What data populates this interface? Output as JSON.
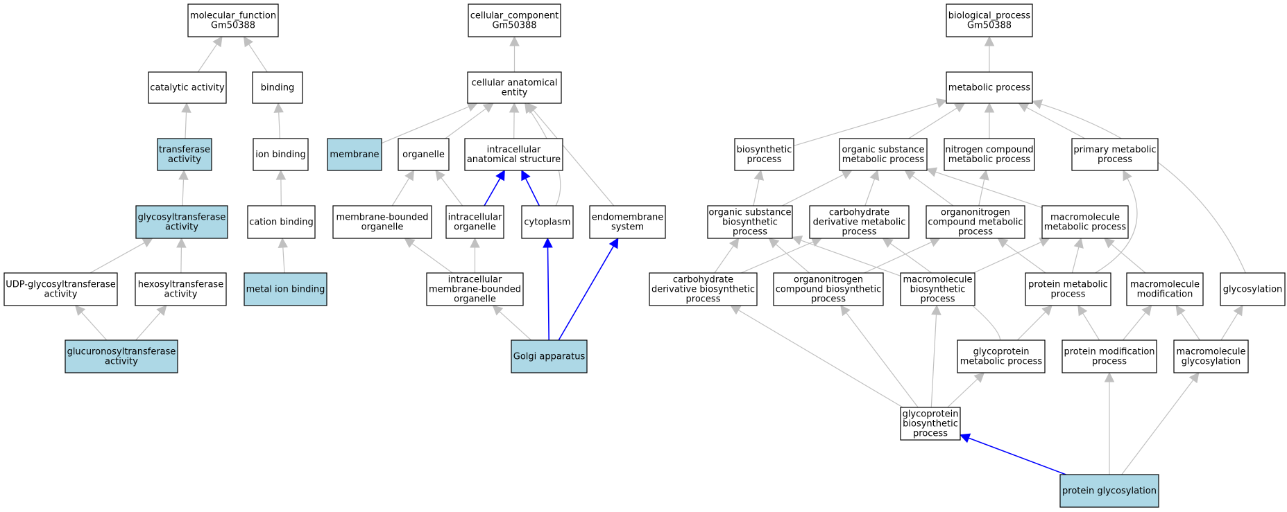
{
  "nodes": {
    "mf_root": {
      "lines": [
        "molecular_function",
        "Gm50388"
      ],
      "highlight": false
    },
    "catalytic": {
      "lines": [
        "catalytic activity"
      ],
      "highlight": false
    },
    "binding": {
      "lines": [
        "binding"
      ],
      "highlight": false
    },
    "transferase": {
      "lines": [
        "transferase",
        "activity"
      ],
      "highlight": true
    },
    "ion_binding": {
      "lines": [
        "ion binding"
      ],
      "highlight": false
    },
    "glycosyltransferase": {
      "lines": [
        "glycosyltransferase",
        "activity"
      ],
      "highlight": true
    },
    "cation_binding": {
      "lines": [
        "cation binding"
      ],
      "highlight": false
    },
    "udp_glyco": {
      "lines": [
        "UDP-glycosyltransferase",
        "activity"
      ],
      "highlight": false
    },
    "hexosyl": {
      "lines": [
        "hexosyltransferase",
        "activity"
      ],
      "highlight": false
    },
    "metal_ion": {
      "lines": [
        "metal ion binding"
      ],
      "highlight": true
    },
    "glucuronosyl": {
      "lines": [
        "glucuronosyltransferase",
        "activity"
      ],
      "highlight": true
    },
    "cc_root": {
      "lines": [
        "cellular_component",
        "Gm50388"
      ],
      "highlight": false
    },
    "cae": {
      "lines": [
        "cellular anatomical",
        "entity"
      ],
      "highlight": false
    },
    "membrane": {
      "lines": [
        "membrane"
      ],
      "highlight": true
    },
    "organelle": {
      "lines": [
        "organelle"
      ],
      "highlight": false
    },
    "ias": {
      "lines": [
        "intracellular",
        "anatomical structure"
      ],
      "highlight": false
    },
    "mbo": {
      "lines": [
        "membrane-bounded",
        "organelle"
      ],
      "highlight": false
    },
    "io": {
      "lines": [
        "intracellular",
        "organelle"
      ],
      "highlight": false
    },
    "cytoplasm": {
      "lines": [
        "cytoplasm"
      ],
      "highlight": false
    },
    "endo": {
      "lines": [
        "endomembrane",
        "system"
      ],
      "highlight": false
    },
    "imbo": {
      "lines": [
        "intracellular",
        "membrane-bounded",
        "organelle"
      ],
      "highlight": false
    },
    "golgi": {
      "lines": [
        "Golgi apparatus"
      ],
      "highlight": true
    },
    "bp_root": {
      "lines": [
        "biological_process",
        "Gm50388"
      ],
      "highlight": false
    },
    "metabolic": {
      "lines": [
        "metabolic process"
      ],
      "highlight": false
    },
    "biosynthetic": {
      "lines": [
        "biosynthetic",
        "process"
      ],
      "highlight": false
    },
    "osmp": {
      "lines": [
        "organic substance",
        "metabolic process"
      ],
      "highlight": false
    },
    "ncmp": {
      "lines": [
        "nitrogen compound",
        "metabolic process"
      ],
      "highlight": false
    },
    "pmp": {
      "lines": [
        "primary metabolic",
        "process"
      ],
      "highlight": false
    },
    "osbp": {
      "lines": [
        "organic substance",
        "biosynthetic",
        "process"
      ],
      "highlight": false
    },
    "cdmp": {
      "lines": [
        "carbohydrate",
        "derivative metabolic",
        "process"
      ],
      "highlight": false
    },
    "oncmp": {
      "lines": [
        "organonitrogen",
        "compound metabolic",
        "process"
      ],
      "highlight": false
    },
    "mmp": {
      "lines": [
        "macromolecule",
        "metabolic process"
      ],
      "highlight": false
    },
    "cdbp": {
      "lines": [
        "carbohydrate",
        "derivative biosynthetic",
        "process"
      ],
      "highlight": false
    },
    "oncbp": {
      "lines": [
        "organonitrogen",
        "compound biosynthetic",
        "process"
      ],
      "highlight": false
    },
    "mbp": {
      "lines": [
        "macromolecule",
        "biosynthetic",
        "process"
      ],
      "highlight": false
    },
    "protmp": {
      "lines": [
        "protein metabolic",
        "process"
      ],
      "highlight": false
    },
    "mmod": {
      "lines": [
        "macromolecule",
        "modification"
      ],
      "highlight": false
    },
    "glycosylation": {
      "lines": [
        "glycosylation"
      ],
      "highlight": false
    },
    "gpmp": {
      "lines": [
        "glycoprotein",
        "metabolic process"
      ],
      "highlight": false
    },
    "pmodp": {
      "lines": [
        "protein modification",
        "process"
      ],
      "highlight": false
    },
    "mglyc": {
      "lines": [
        "macromolecule",
        "glycosylation"
      ],
      "highlight": false
    },
    "gpbp": {
      "lines": [
        "glycoprotein",
        "biosynthetic",
        "process"
      ],
      "highlight": false
    },
    "protglyc": {
      "lines": [
        "protein glycosylation"
      ],
      "highlight": true
    }
  },
  "edges": [
    {
      "from": "catalytic",
      "to": "mf_root",
      "highlight": false
    },
    {
      "from": "binding",
      "to": "mf_root",
      "highlight": false
    },
    {
      "from": "transferase",
      "to": "catalytic",
      "highlight": false
    },
    {
      "from": "ion_binding",
      "to": "binding",
      "highlight": false
    },
    {
      "from": "glycosyltransferase",
      "to": "transferase",
      "highlight": false
    },
    {
      "from": "cation_binding",
      "to": "ion_binding",
      "highlight": false
    },
    {
      "from": "udp_glyco",
      "to": "glycosyltransferase",
      "highlight": false
    },
    {
      "from": "hexosyl",
      "to": "glycosyltransferase",
      "highlight": false
    },
    {
      "from": "metal_ion",
      "to": "cation_binding",
      "highlight": false
    },
    {
      "from": "glucuronosyl",
      "to": "udp_glyco",
      "highlight": false
    },
    {
      "from": "glucuronosyl",
      "to": "hexosyl",
      "highlight": false
    },
    {
      "from": "cae",
      "to": "cc_root",
      "highlight": false
    },
    {
      "from": "membrane",
      "to": "cae",
      "highlight": false
    },
    {
      "from": "organelle",
      "to": "cae",
      "highlight": false
    },
    {
      "from": "ias",
      "to": "cae",
      "highlight": false
    },
    {
      "from": "cytoplasm",
      "to": "cae",
      "highlight": false
    },
    {
      "from": "endo",
      "to": "cae",
      "highlight": false
    },
    {
      "from": "mbo",
      "to": "organelle",
      "highlight": false
    },
    {
      "from": "io",
      "to": "organelle",
      "highlight": false
    },
    {
      "from": "io",
      "to": "ias",
      "highlight": true
    },
    {
      "from": "cytoplasm",
      "to": "ias",
      "highlight": true
    },
    {
      "from": "imbo",
      "to": "mbo",
      "highlight": false
    },
    {
      "from": "imbo",
      "to": "io",
      "highlight": false
    },
    {
      "from": "golgi",
      "to": "imbo",
      "highlight": false
    },
    {
      "from": "golgi",
      "to": "cytoplasm",
      "highlight": true
    },
    {
      "from": "golgi",
      "to": "endo",
      "highlight": true
    },
    {
      "from": "metabolic",
      "to": "bp_root",
      "highlight": false
    },
    {
      "from": "biosynthetic",
      "to": "metabolic",
      "highlight": false
    },
    {
      "from": "osmp",
      "to": "metabolic",
      "highlight": false
    },
    {
      "from": "ncmp",
      "to": "metabolic",
      "highlight": false
    },
    {
      "from": "pmp",
      "to": "metabolic",
      "highlight": false
    },
    {
      "from": "glycosylation",
      "to": "metabolic",
      "highlight": false
    },
    {
      "from": "osbp",
      "to": "biosynthetic",
      "highlight": false
    },
    {
      "from": "osbp",
      "to": "osmp",
      "highlight": false
    },
    {
      "from": "cdmp",
      "to": "osmp",
      "highlight": false
    },
    {
      "from": "oncmp",
      "to": "osmp",
      "highlight": false
    },
    {
      "from": "oncmp",
      "to": "ncmp",
      "highlight": false
    },
    {
      "from": "mmp",
      "to": "osmp",
      "highlight": false
    },
    {
      "from": "cdbp",
      "to": "osbp",
      "highlight": false
    },
    {
      "from": "cdbp",
      "to": "cdmp",
      "highlight": false
    },
    {
      "from": "oncbp",
      "to": "osbp",
      "highlight": false
    },
    {
      "from": "oncbp",
      "to": "oncmp",
      "highlight": false
    },
    {
      "from": "mbp",
      "to": "osbp",
      "highlight": false
    },
    {
      "from": "mbp",
      "to": "mmp",
      "highlight": false
    },
    {
      "from": "protmp",
      "to": "oncmp",
      "highlight": false
    },
    {
      "from": "protmp",
      "to": "mmp",
      "highlight": false
    },
    {
      "from": "protmp",
      "to": "pmp",
      "highlight": false
    },
    {
      "from": "mmod",
      "to": "mmp",
      "highlight": false
    },
    {
      "from": "gpmp",
      "to": "protmp",
      "highlight": false
    },
    {
      "from": "gpmp",
      "to": "cdmp",
      "highlight": false
    },
    {
      "from": "pmodp",
      "to": "protmp",
      "highlight": false
    },
    {
      "from": "pmodp",
      "to": "mmod",
      "highlight": false
    },
    {
      "from": "mglyc",
      "to": "mmod",
      "highlight": false
    },
    {
      "from": "mglyc",
      "to": "glycosylation",
      "highlight": false
    },
    {
      "from": "gpbp",
      "to": "cdbp",
      "highlight": false
    },
    {
      "from": "gpbp",
      "to": "oncbp",
      "highlight": false
    },
    {
      "from": "gpbp",
      "to": "mbp",
      "highlight": false
    },
    {
      "from": "gpbp",
      "to": "gpmp",
      "highlight": false
    },
    {
      "from": "protglyc",
      "to": "gpbp",
      "highlight": true
    },
    {
      "from": "protglyc",
      "to": "pmodp",
      "highlight": false
    },
    {
      "from": "protglyc",
      "to": "mglyc",
      "highlight": false
    }
  ],
  "colors": {
    "highlight_fill": "#add8e6",
    "node_fill": "#ffffff",
    "node_stroke": "#000000",
    "edge_default": "#c0c0c0",
    "edge_highlight": "#0000ff"
  }
}
